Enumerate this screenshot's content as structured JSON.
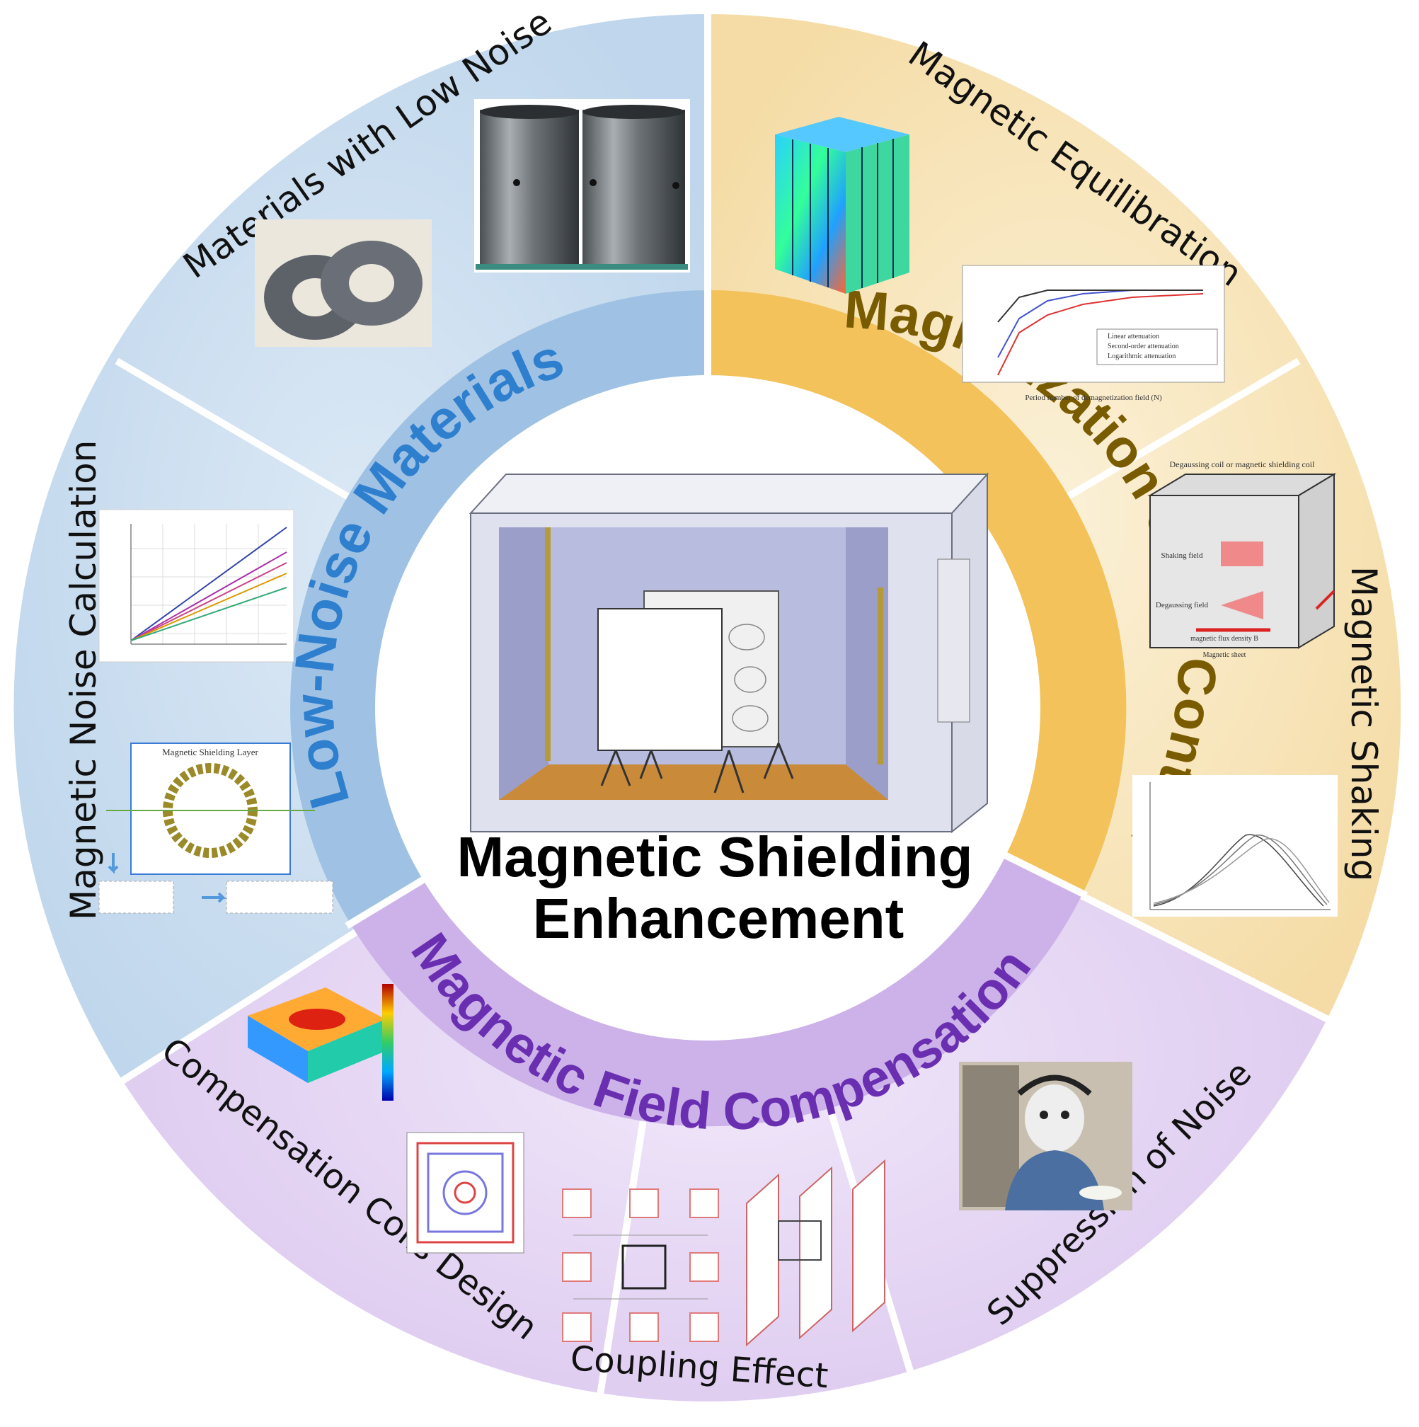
{
  "center": {
    "title_line1": "Magnetic Shielding",
    "title_line2": "Enhancement"
  },
  "categories": {
    "low_noise_materials": {
      "label": "Low-Noise Materials",
      "color": "#2f7fcf"
    },
    "magnetization_state_control": {
      "label": "Magnetization State Control",
      "color": "#8a6a00"
    },
    "magnetic_field_compensation": {
      "label": "Magnetic Field Compensation",
      "color": "#6a2fb0"
    }
  },
  "subtopics": {
    "materials_low_noise": "Materials with Low Noise",
    "magnetic_noise_calculation": "Magnetic Noise Calculation",
    "magnetic_equilibration": "Magnetic Equilibration",
    "magnetic_shaking": "Magnetic Shaking",
    "compensation_coils_design": "Compensation Coils Design",
    "coupling_effect": "Coupling Effect",
    "suppression_of_noise": "Suppression of Noise"
  },
  "panel_text": {
    "shielding_layer": "Magnetic Shielding Layer",
    "equil_legend": [
      "Linear attenuation",
      "Second-order attenuation",
      "Logarithmic attenuation"
    ],
    "equil_xlabel": "Period number of demagnetization field (N)",
    "shaking_top": "Degaussing coil or magnetic shielding coil",
    "shaking_field": "Shaking field",
    "degaussing_field": "Degaussing field",
    "flux_density": "magnetic flux density B",
    "magnetic_sheet": "Magnetic sheet"
  },
  "colors": {
    "blue_sector": "#c9dcee",
    "gold_sector": "#f6e3b8",
    "purple_sector": "#e3d4f1",
    "blue_ring": "#9fc2e4",
    "gold_ring": "#f3c25a",
    "purple_ring": "#cdb2ea"
  }
}
